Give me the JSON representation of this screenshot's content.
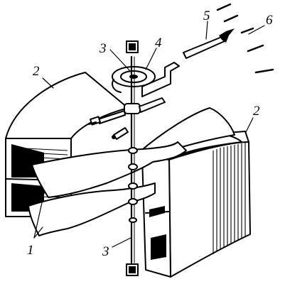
{
  "labels": {
    "blades": "1",
    "magnet_boxes": "2",
    "thread": "3",
    "spring": "4",
    "pointer": "5",
    "scale": "6"
  }
}
